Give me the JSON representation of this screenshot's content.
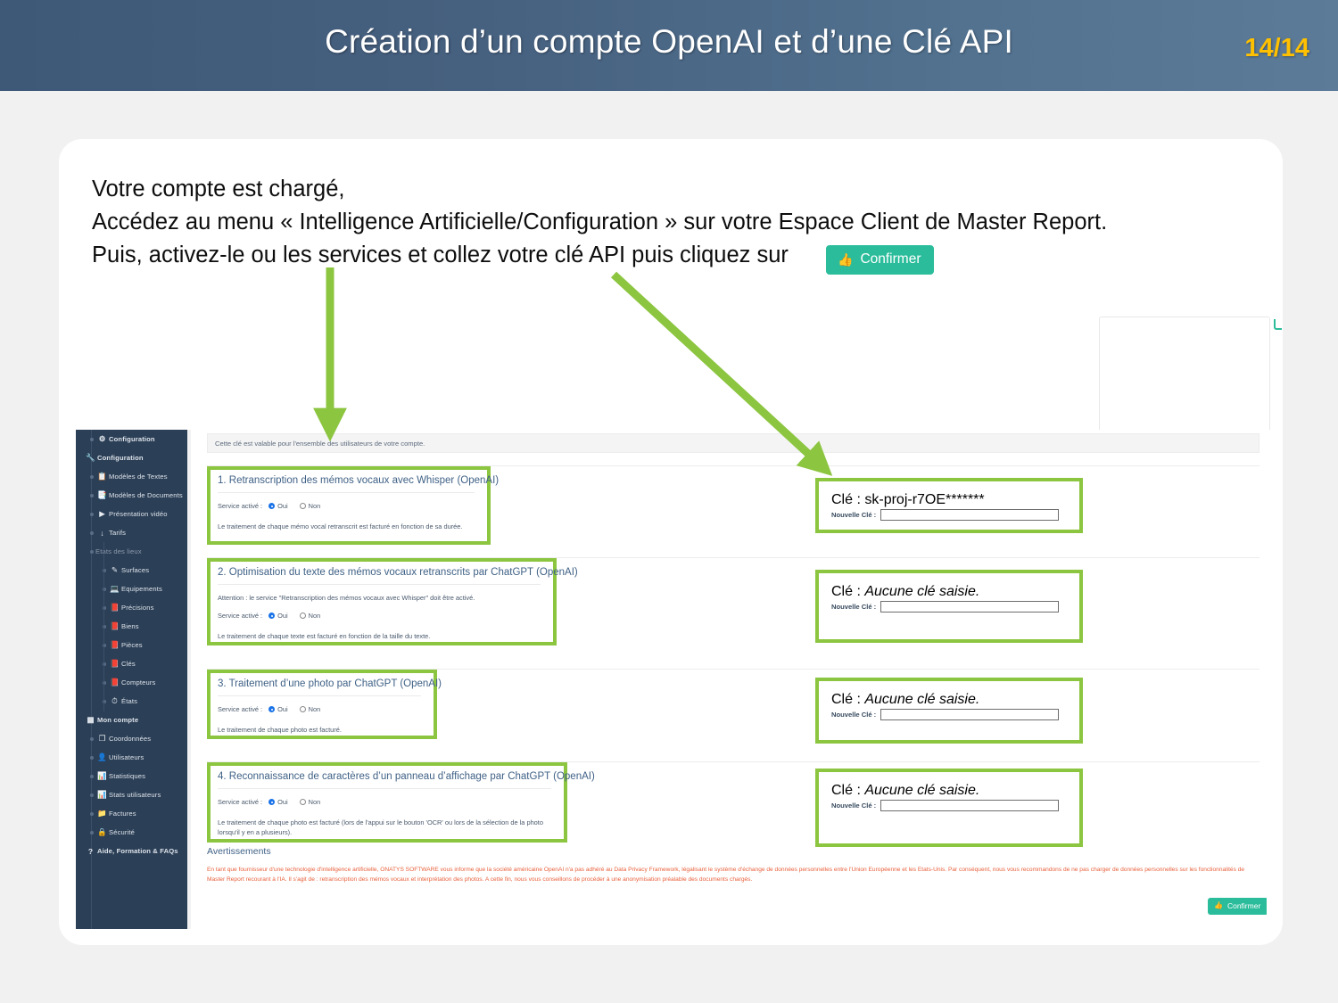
{
  "slide": {
    "title": "Création d’un compte OpenAI et d’une Clé API",
    "page_number": "14/14"
  },
  "instructions": {
    "line1": "Votre compte est chargé,",
    "line2": "Accédez au menu « Intelligence Artificielle/Configuration » sur votre Espace Client de Master Report.",
    "line3": "Puis, activez-le ou les services et collez votre clé API puis cliquez sur",
    "inline_button_label": "Confirmer"
  },
  "sidebar": {
    "items": [
      {
        "label": "Configuration",
        "icon": "gears-icon",
        "level": "sub",
        "bold": true
      },
      {
        "label": "Configuration",
        "icon": "wrench-icon",
        "level": "top",
        "bold": true
      },
      {
        "label": "Modèles de Textes",
        "icon": "copy-icon",
        "level": "sub",
        "bold": false
      },
      {
        "label": "Modèles de Documents",
        "icon": "documents-icon",
        "level": "sub",
        "bold": false
      },
      {
        "label": "Présentation vidéo",
        "icon": "video-icon",
        "level": "sub",
        "bold": false
      },
      {
        "label": "Tarifs",
        "icon": "sort-icon",
        "level": "sub",
        "bold": false
      },
      {
        "label": "Etats des lieux",
        "icon": "",
        "level": "group",
        "bold": false
      },
      {
        "label": "Surfaces",
        "icon": "pencil-icon",
        "level": "sub2",
        "bold": false
      },
      {
        "label": "Equipements",
        "icon": "monitor-icon",
        "level": "sub2",
        "bold": false
      },
      {
        "label": "Précisions",
        "icon": "book-icon",
        "level": "sub2",
        "bold": false
      },
      {
        "label": "Biens",
        "icon": "book-icon",
        "level": "sub2",
        "bold": false
      },
      {
        "label": "Pièces",
        "icon": "book-icon",
        "level": "sub2",
        "bold": false
      },
      {
        "label": "Clés",
        "icon": "book-icon",
        "level": "sub2",
        "bold": false
      },
      {
        "label": "Compteurs",
        "icon": "book-icon",
        "level": "sub2",
        "bold": false
      },
      {
        "label": "États",
        "icon": "gauge-icon",
        "level": "sub2",
        "bold": false
      },
      {
        "label": "Mon compte",
        "icon": "card-icon",
        "level": "top",
        "bold": true
      },
      {
        "label": "Coordonnées",
        "icon": "shuffle-icon",
        "level": "sub",
        "bold": false
      },
      {
        "label": "Utilisateurs",
        "icon": "user-icon",
        "level": "sub",
        "bold": false
      },
      {
        "label": "Statistiques",
        "icon": "chart-icon",
        "level": "sub",
        "bold": false
      },
      {
        "label": "Stats utilisateurs",
        "icon": "chart-icon",
        "level": "sub",
        "bold": false
      },
      {
        "label": "Factures",
        "icon": "folder-icon",
        "level": "sub",
        "bold": false
      },
      {
        "label": "Sécurité",
        "icon": "lock-icon",
        "level": "sub",
        "bold": false
      },
      {
        "label": "Aide, Formation & FAQs",
        "icon": "question-icon",
        "level": "top",
        "bold": true
      }
    ]
  },
  "app": {
    "notice": "Cette clé est valable pour l'ensemble des utilisateurs de votre compte.",
    "radio_label": "Service activé :",
    "radio_yes": "Oui",
    "radio_no": "Non",
    "key_label": "Clé :",
    "new_key_label": "Nouvelle Clé :",
    "services": [
      {
        "title": "1. Retranscription des mémos vocaux avec Whisper (OpenAI)",
        "warning": "",
        "enabled": "Oui",
        "billing": "Le traitement de chaque mémo vocal retranscrit est facturé en fonction de sa durée.",
        "key_value": "sk-proj-r7OE*******",
        "key_is_italic": false,
        "new_key_value": ""
      },
      {
        "title": "2. Optimisation du texte des mémos vocaux retranscrits par ChatGPT (OpenAI)",
        "warning": "Attention : le service \"Retranscription des mémos vocaux avec Whisper\" doit être activé.",
        "enabled": "Oui",
        "billing": "Le traitement de chaque texte est facturé en fonction de la taille du texte.",
        "key_value": "Aucune clé saisie.",
        "key_is_italic": true,
        "new_key_value": ""
      },
      {
        "title": "3. Traitement d’une photo par ChatGPT (OpenAI)",
        "warning": "",
        "enabled": "Oui",
        "billing": "Le traitement de chaque photo est facturé.",
        "key_value": "Aucune clé saisie.",
        "key_is_italic": true,
        "new_key_value": ""
      },
      {
        "title": "4. Reconnaissance de caractères d’un panneau d’affichage par ChatGPT (OpenAI)",
        "warning": "",
        "enabled": "Oui",
        "billing": "Le traitement de chaque photo est facturé (lors de l'appui sur le bouton 'OCR' ou lors de la sélection de la photo lorsqu'il y en a plusieurs).",
        "key_value": "Aucune clé saisie.",
        "key_is_italic": true,
        "new_key_value": ""
      }
    ],
    "warnings_title": "Avertissements",
    "warnings_text": "En tant que fournisseur d'une technologie d'intelligence artificielle, ONATYS SOFTWARE vous informe que la société américaine OpenAI n'a pas adhéré au Data Privacy Framework, légalisant le système d'échange de données personnelles entre l'Union Européenne et les Etats-Unis. Par conséquent, nous vous recommandons de ne pas charger de données personnelles sur les fonctionnalités de Master Report recourant à l'IA. Il s'agit de : retranscription des mémos vocaux et interprétation des photos. A cette fin, nous vous conseillons de procéder à une anonymisation préalable des documents chargés.",
    "confirm_label": "Confirmer"
  },
  "colors": {
    "header_blue": "#46607f",
    "page_number_yellow": "#ffc000",
    "sidebar_navy": "#2b3f57",
    "highlight_green": "#8cc540",
    "confirm_teal": "#2bbd9b",
    "warning_orange": "#e8603c",
    "section_title_blue": "#3f6186"
  }
}
